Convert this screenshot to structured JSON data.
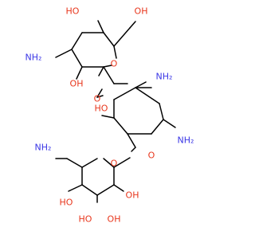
{
  "colors": {
    "bond": "#000000",
    "oxygen": "#e8361c",
    "nitrogen": "#3a36e6",
    "background": "#ffffff"
  },
  "labels": {
    "oh_a": "HO",
    "oh_b": "OH",
    "nh2_a": "NH₂",
    "o_ring_top": "O",
    "oh_c": "OH",
    "o_link_top": "O",
    "nh2_b": "NH₂",
    "oh_d": "HO",
    "nh2_c": "NH₂",
    "o_link_bottom": "O",
    "nh2_d": "NH₂",
    "o_ring_bottom": "O",
    "oh_e": "HO",
    "oh_f": "OH",
    "oh_g": "HO",
    "oh_h": "OH"
  }
}
